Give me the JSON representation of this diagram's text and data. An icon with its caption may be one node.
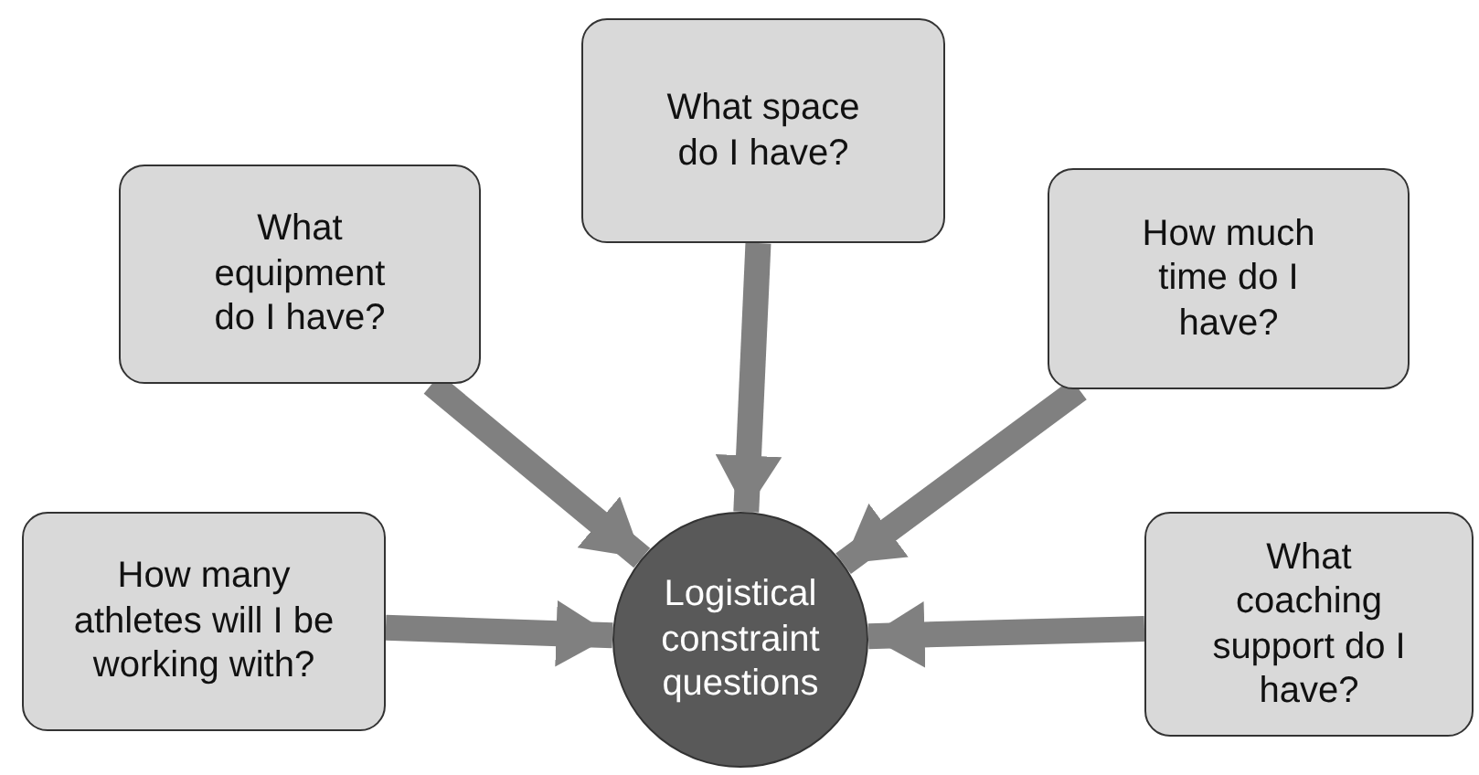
{
  "diagram": {
    "nodes": [
      {
        "text": [
          "What space do I have?"
        ]
      },
      {
        "text": [
          "What equipment do I have?"
        ]
      },
      {
        "text": [
          "How much time do I have?"
        ]
      },
      {
        "text": [
          "How many athletes will I be working with?"
        ]
      },
      {
        "text": [
          "Logistical constraint questions"
        ]
      },
      {
        "text": [
          "What coaching support do I have?"
        ]
      }
    ],
    "edges": [
      {
        "from": 1,
        "to": 4,
        "arrow": "to"
      },
      {
        "from": 0,
        "to": 4,
        "arrow": "to"
      },
      {
        "from": 2,
        "to": 4,
        "arrow": "to"
      },
      {
        "from": 3,
        "to": 4,
        "arrow": "to"
      },
      {
        "from": 5,
        "to": 4,
        "arrow": "to"
      }
    ]
  }
}
